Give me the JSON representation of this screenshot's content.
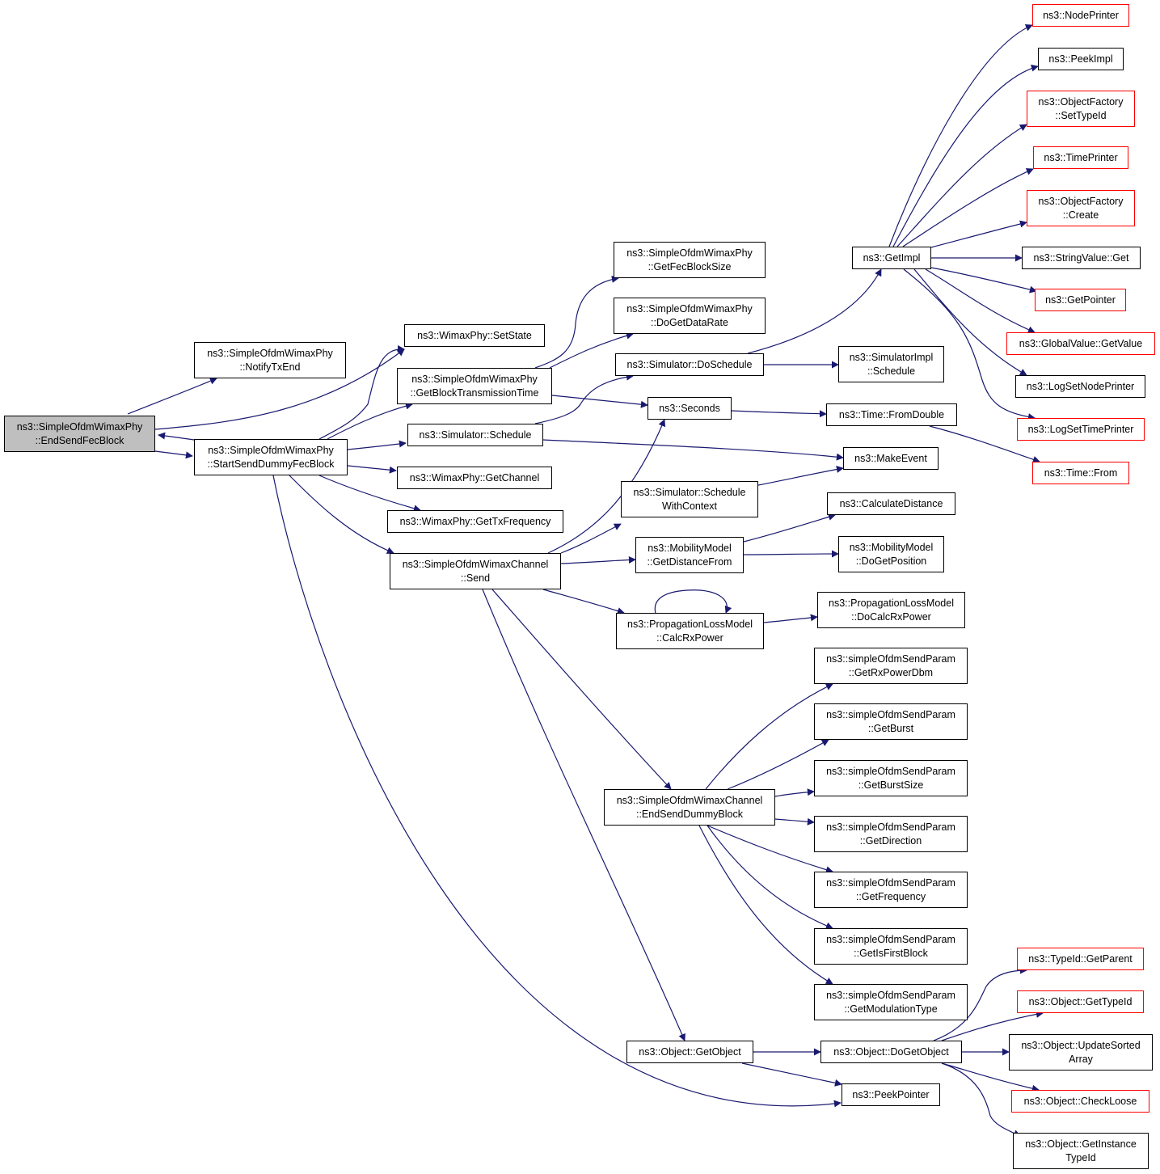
{
  "colors": {
    "edge": "#191970",
    "node_border": "#000000",
    "external_border": "#ff0000",
    "focus_fill": "#bfbfbf"
  },
  "nodes": {
    "endsendfecblock": {
      "lines": [
        "ns3::SimpleOfdmWimaxPhy",
        "::EndSendFecBlock"
      ]
    },
    "notifytxend": {
      "lines": [
        "ns3::SimpleOfdmWimaxPhy",
        "::NotifyTxEnd"
      ]
    },
    "startsenddummyfecblock": {
      "lines": [
        "ns3::SimpleOfdmWimaxPhy",
        "::StartSendDummyFecBlock"
      ]
    },
    "setstate": {
      "lines": [
        "ns3::WimaxPhy::SetState"
      ]
    },
    "getblocktransmissiontime": {
      "lines": [
        "ns3::SimpleOfdmWimaxPhy",
        "::GetBlockTransmissionTime"
      ]
    },
    "simulator_schedule": {
      "lines": [
        "ns3::Simulator::Schedule"
      ]
    },
    "getchannel": {
      "lines": [
        "ns3::WimaxPhy::GetChannel"
      ]
    },
    "gettxfrequency": {
      "lines": [
        "ns3::WimaxPhy::GetTxFrequency"
      ]
    },
    "channel_send": {
      "lines": [
        "ns3::SimpleOfdmWimaxChannel",
        "::Send"
      ]
    },
    "getfecblocksize": {
      "lines": [
        "ns3::SimpleOfdmWimaxPhy",
        "::GetFecBlockSize"
      ]
    },
    "dogetdatarate": {
      "lines": [
        "ns3::SimpleOfdmWimaxPhy",
        "::DoGetDataRate"
      ]
    },
    "doschedule": {
      "lines": [
        "ns3::Simulator::DoSchedule"
      ]
    },
    "seconds": {
      "lines": [
        "ns3::Seconds"
      ]
    },
    "schedulewithcontext": {
      "lines": [
        "ns3::Simulator::Schedule",
        "WithContext"
      ]
    },
    "getdistancefrom": {
      "lines": [
        "ns3::MobilityModel",
        "::GetDistanceFrom"
      ]
    },
    "calcrxpower": {
      "lines": [
        "ns3::PropagationLossModel",
        "::CalcRxPower"
      ]
    },
    "endsenddummyblock": {
      "lines": [
        "ns3::SimpleOfdmWimaxChannel",
        "::EndSendDummyBlock"
      ]
    },
    "getobject": {
      "lines": [
        "ns3::Object::GetObject"
      ]
    },
    "getimpl": {
      "lines": [
        "ns3::GetImpl"
      ]
    },
    "simulatorimpl_schedule": {
      "lines": [
        "ns3::SimulatorImpl",
        "::Schedule"
      ]
    },
    "fromdouble": {
      "lines": [
        "ns3::Time::FromDouble"
      ]
    },
    "makeevent": {
      "lines": [
        "ns3::MakeEvent"
      ]
    },
    "calculatedistance": {
      "lines": [
        "ns3::CalculateDistance"
      ]
    },
    "dogetposition": {
      "lines": [
        "ns3::MobilityModel",
        "::DoGetPosition"
      ]
    },
    "docalcrxpower": {
      "lines": [
        "ns3::PropagationLossModel",
        "::DoCalcRxPower"
      ]
    },
    "getrxpowerdbm": {
      "lines": [
        "ns3::simpleOfdmSendParam",
        "::GetRxPowerDbm"
      ]
    },
    "getburst": {
      "lines": [
        "ns3::simpleOfdmSendParam",
        "::GetBurst"
      ]
    },
    "getburstsize": {
      "lines": [
        "ns3::simpleOfdmSendParam",
        "::GetBurstSize"
      ]
    },
    "getdirection": {
      "lines": [
        "ns3::simpleOfdmSendParam",
        "::GetDirection"
      ]
    },
    "getfrequency": {
      "lines": [
        "ns3::simpleOfdmSendParam",
        "::GetFrequency"
      ]
    },
    "getisfirstblock": {
      "lines": [
        "ns3::simpleOfdmSendParam",
        "::GetIsFirstBlock"
      ]
    },
    "getmodulationtype": {
      "lines": [
        "ns3::simpleOfdmSendParam",
        "::GetModulationType"
      ]
    },
    "dogetobject": {
      "lines": [
        "ns3::Object::DoGetObject"
      ]
    },
    "peekpointer": {
      "lines": [
        "ns3::PeekPointer"
      ]
    },
    "nodeprinter": {
      "lines": [
        "ns3::NodePrinter"
      ]
    },
    "peekimpl": {
      "lines": [
        "ns3::PeekImpl"
      ]
    },
    "settypeid": {
      "lines": [
        "ns3::ObjectFactory",
        "::SetTypeId"
      ]
    },
    "timeprinter": {
      "lines": [
        "ns3::TimePrinter"
      ]
    },
    "factory_create": {
      "lines": [
        "ns3::ObjectFactory",
        "::Create"
      ]
    },
    "stringvalue_get": {
      "lines": [
        "ns3::StringValue::Get"
      ]
    },
    "getpointer": {
      "lines": [
        "ns3::GetPointer"
      ]
    },
    "globalvalue_getvalue": {
      "lines": [
        "ns3::GlobalValue::GetValue"
      ]
    },
    "logsetnodeprinter": {
      "lines": [
        "ns3::LogSetNodePrinter"
      ]
    },
    "logsettimeprinter": {
      "lines": [
        "ns3::LogSetTimePrinter"
      ]
    },
    "time_from": {
      "lines": [
        "ns3::Time::From"
      ]
    },
    "getparent": {
      "lines": [
        "ns3::TypeId::GetParent"
      ]
    },
    "gettypeid": {
      "lines": [
        "ns3::Object::GetTypeId"
      ]
    },
    "updatesortedarray": {
      "lines": [
        "ns3::Object::UpdateSorted",
        "Array"
      ]
    },
    "checkloose": {
      "lines": [
        "ns3::Object::CheckLoose"
      ]
    },
    "getinstancetypeid": {
      "lines": [
        "ns3::Object::GetInstance",
        "TypeId"
      ]
    }
  }
}
